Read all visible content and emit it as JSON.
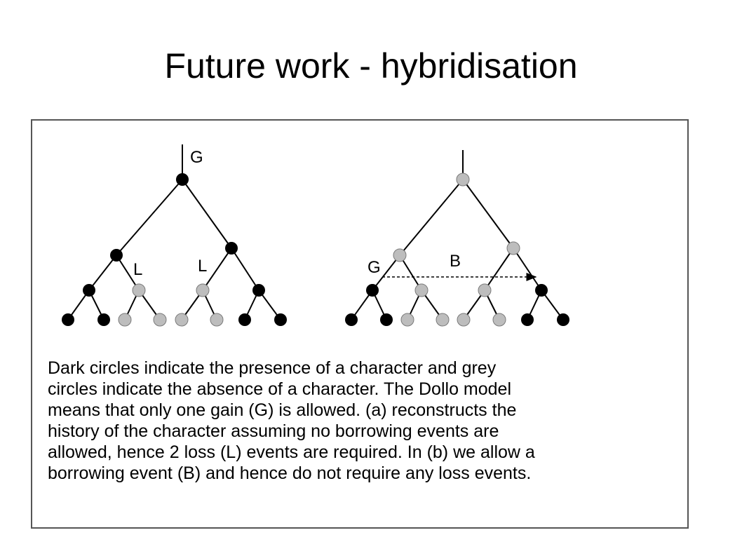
{
  "title": "Future work - hybridisation",
  "diagram": {
    "tree_a": {
      "labels": {
        "gain": "G",
        "loss_left": "L",
        "loss_right": "L"
      }
    },
    "tree_b": {
      "labels": {
        "gain": "G",
        "borrowing": "B"
      }
    },
    "colors": {
      "present": "#000000",
      "absent": "#bdbdbd"
    }
  },
  "caption": {
    "lines": [
      "Dark circles indicate the presence of a character and grey",
      "circles indicate the absence of a character. The Dollo model",
      "means that only one gain (G) is allowed. (a) reconstructs the",
      "history of the character assuming no borrowing events are",
      "allowed, hence 2 loss (L) events are required. In (b) we allow a",
      "borrowing event (B) and hence do not require any loss events."
    ]
  }
}
